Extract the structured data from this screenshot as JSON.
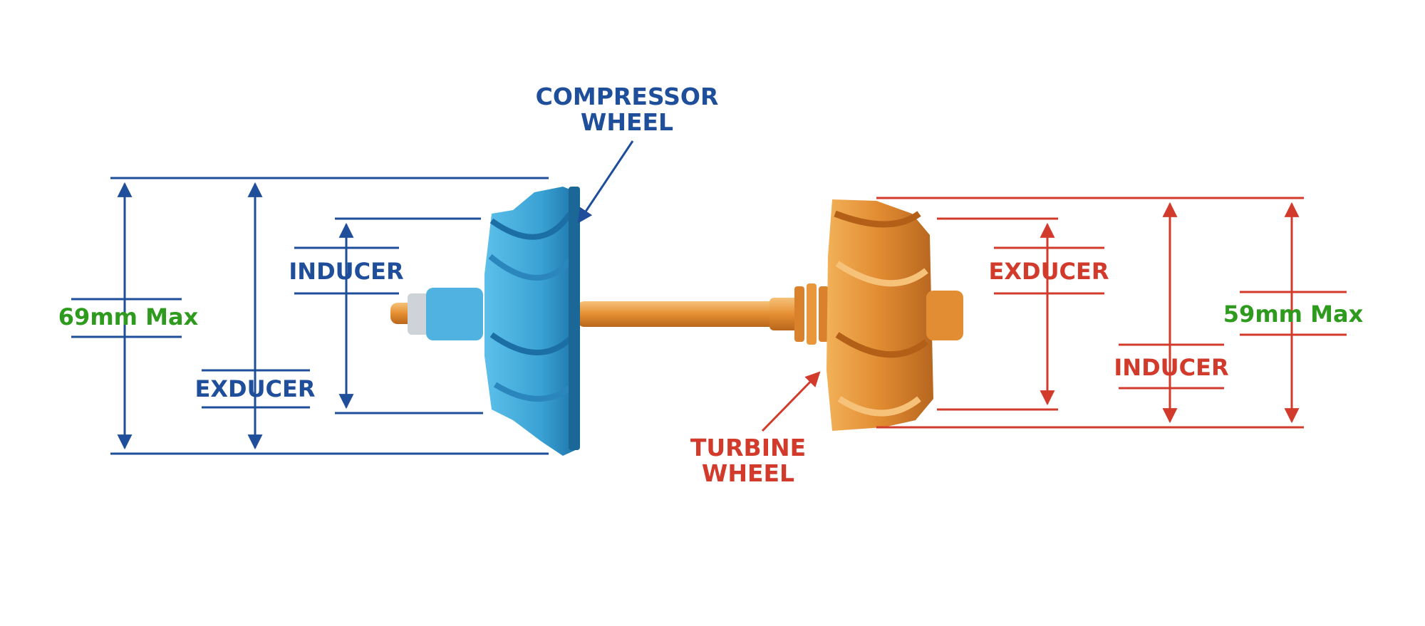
{
  "colors": {
    "compressor_line": "#1f4e9a",
    "turbine_line": "#d23b2b",
    "max_label": "#2e9b1f",
    "compressor_body": "#3ea6d6",
    "turbine_body": "#e79a3c",
    "shaft": "#e99a41"
  },
  "compressor": {
    "title_line1": "COMPRESSOR",
    "title_line2": "WHEEL",
    "max_label": "69mm Max",
    "inducer_label": "INDUCER",
    "exducer_label": "EXDUCER"
  },
  "turbine": {
    "title_line1": "TURBINE",
    "title_line2": "WHEEL",
    "max_label": "59mm Max",
    "inducer_label": "INDUCER",
    "exducer_label": "EXDUCER"
  },
  "icons": [
    "compressor-wheel-illustration",
    "turbine-wheel-illustration",
    "shaft-illustration"
  ]
}
